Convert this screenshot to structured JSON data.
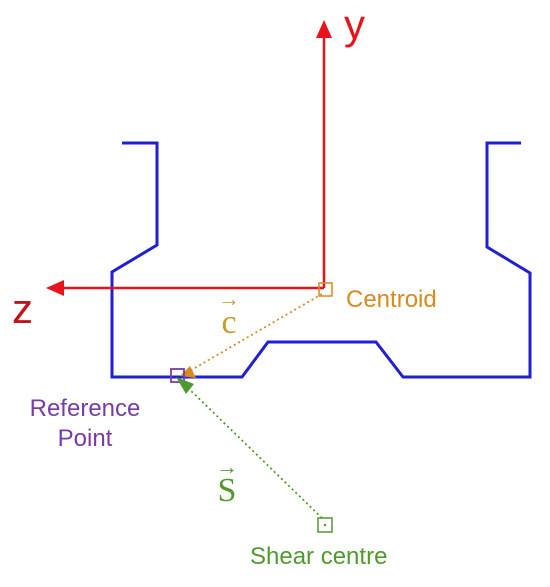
{
  "labels": {
    "y_axis": "y",
    "z_axis": "z",
    "centroid": "Centroid",
    "reference_point_line1": "Reference",
    "reference_point_line2": "Point",
    "shear_centre": "Shear centre",
    "vector_c": "c",
    "vector_s": "S",
    "vector_arrow": "→"
  },
  "colors": {
    "axes": "#e8141b",
    "section_outline": "#1f1fd4",
    "centroid": "#d98a1c",
    "reference_point": "#7a3aa8",
    "shear_centre": "#4f9a2e",
    "vector_c": "#c4a12c",
    "vector_s": "#4f9a2e"
  }
}
